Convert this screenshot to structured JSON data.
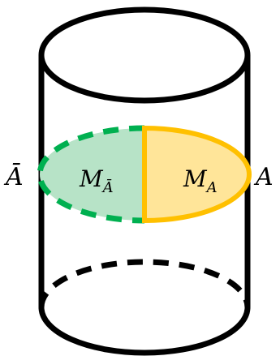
{
  "labels": {
    "left_boundary": "Ā",
    "right_boundary": "A",
    "left_region": {
      "main": "M",
      "sub": "Ā"
    },
    "right_region": {
      "main": "M",
      "sub": "A"
    }
  },
  "colors": {
    "outline": "#000000",
    "green_stroke": "#00b050",
    "green_fill": "#b7e3c7",
    "orange_stroke": "#ffc000",
    "orange_fill": "#ffe599"
  }
}
